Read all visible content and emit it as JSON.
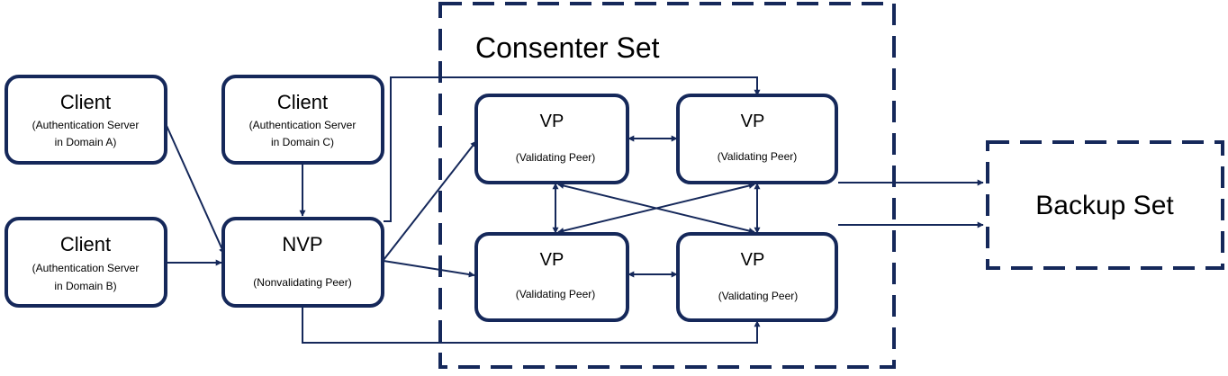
{
  "colors": {
    "stroke": "#15285a",
    "text": "#000000",
    "background": "#ffffff"
  },
  "consenter_set": {
    "label": "Consenter Set"
  },
  "backup_set": {
    "label": "Backup Set"
  },
  "clients": [
    {
      "title": "Client",
      "line1": "(Authentication Server",
      "line2": "in Domain A)"
    },
    {
      "title": "Client",
      "line1": "(Authentication Server",
      "line2": "in Domain B)"
    },
    {
      "title": "Client",
      "line1": "(Authentication Server",
      "line2": "in Domain C)"
    }
  ],
  "nvp": {
    "title": "NVP",
    "subtitle": "(Nonvalidating Peer)"
  },
  "vps": [
    {
      "title": "VP",
      "subtitle": "(Validating Peer)"
    },
    {
      "title": "VP",
      "subtitle": "(Validating Peer)"
    },
    {
      "title": "VP",
      "subtitle": "(Validating Peer)"
    },
    {
      "title": "VP",
      "subtitle": "(Validating Peer)"
    }
  ]
}
